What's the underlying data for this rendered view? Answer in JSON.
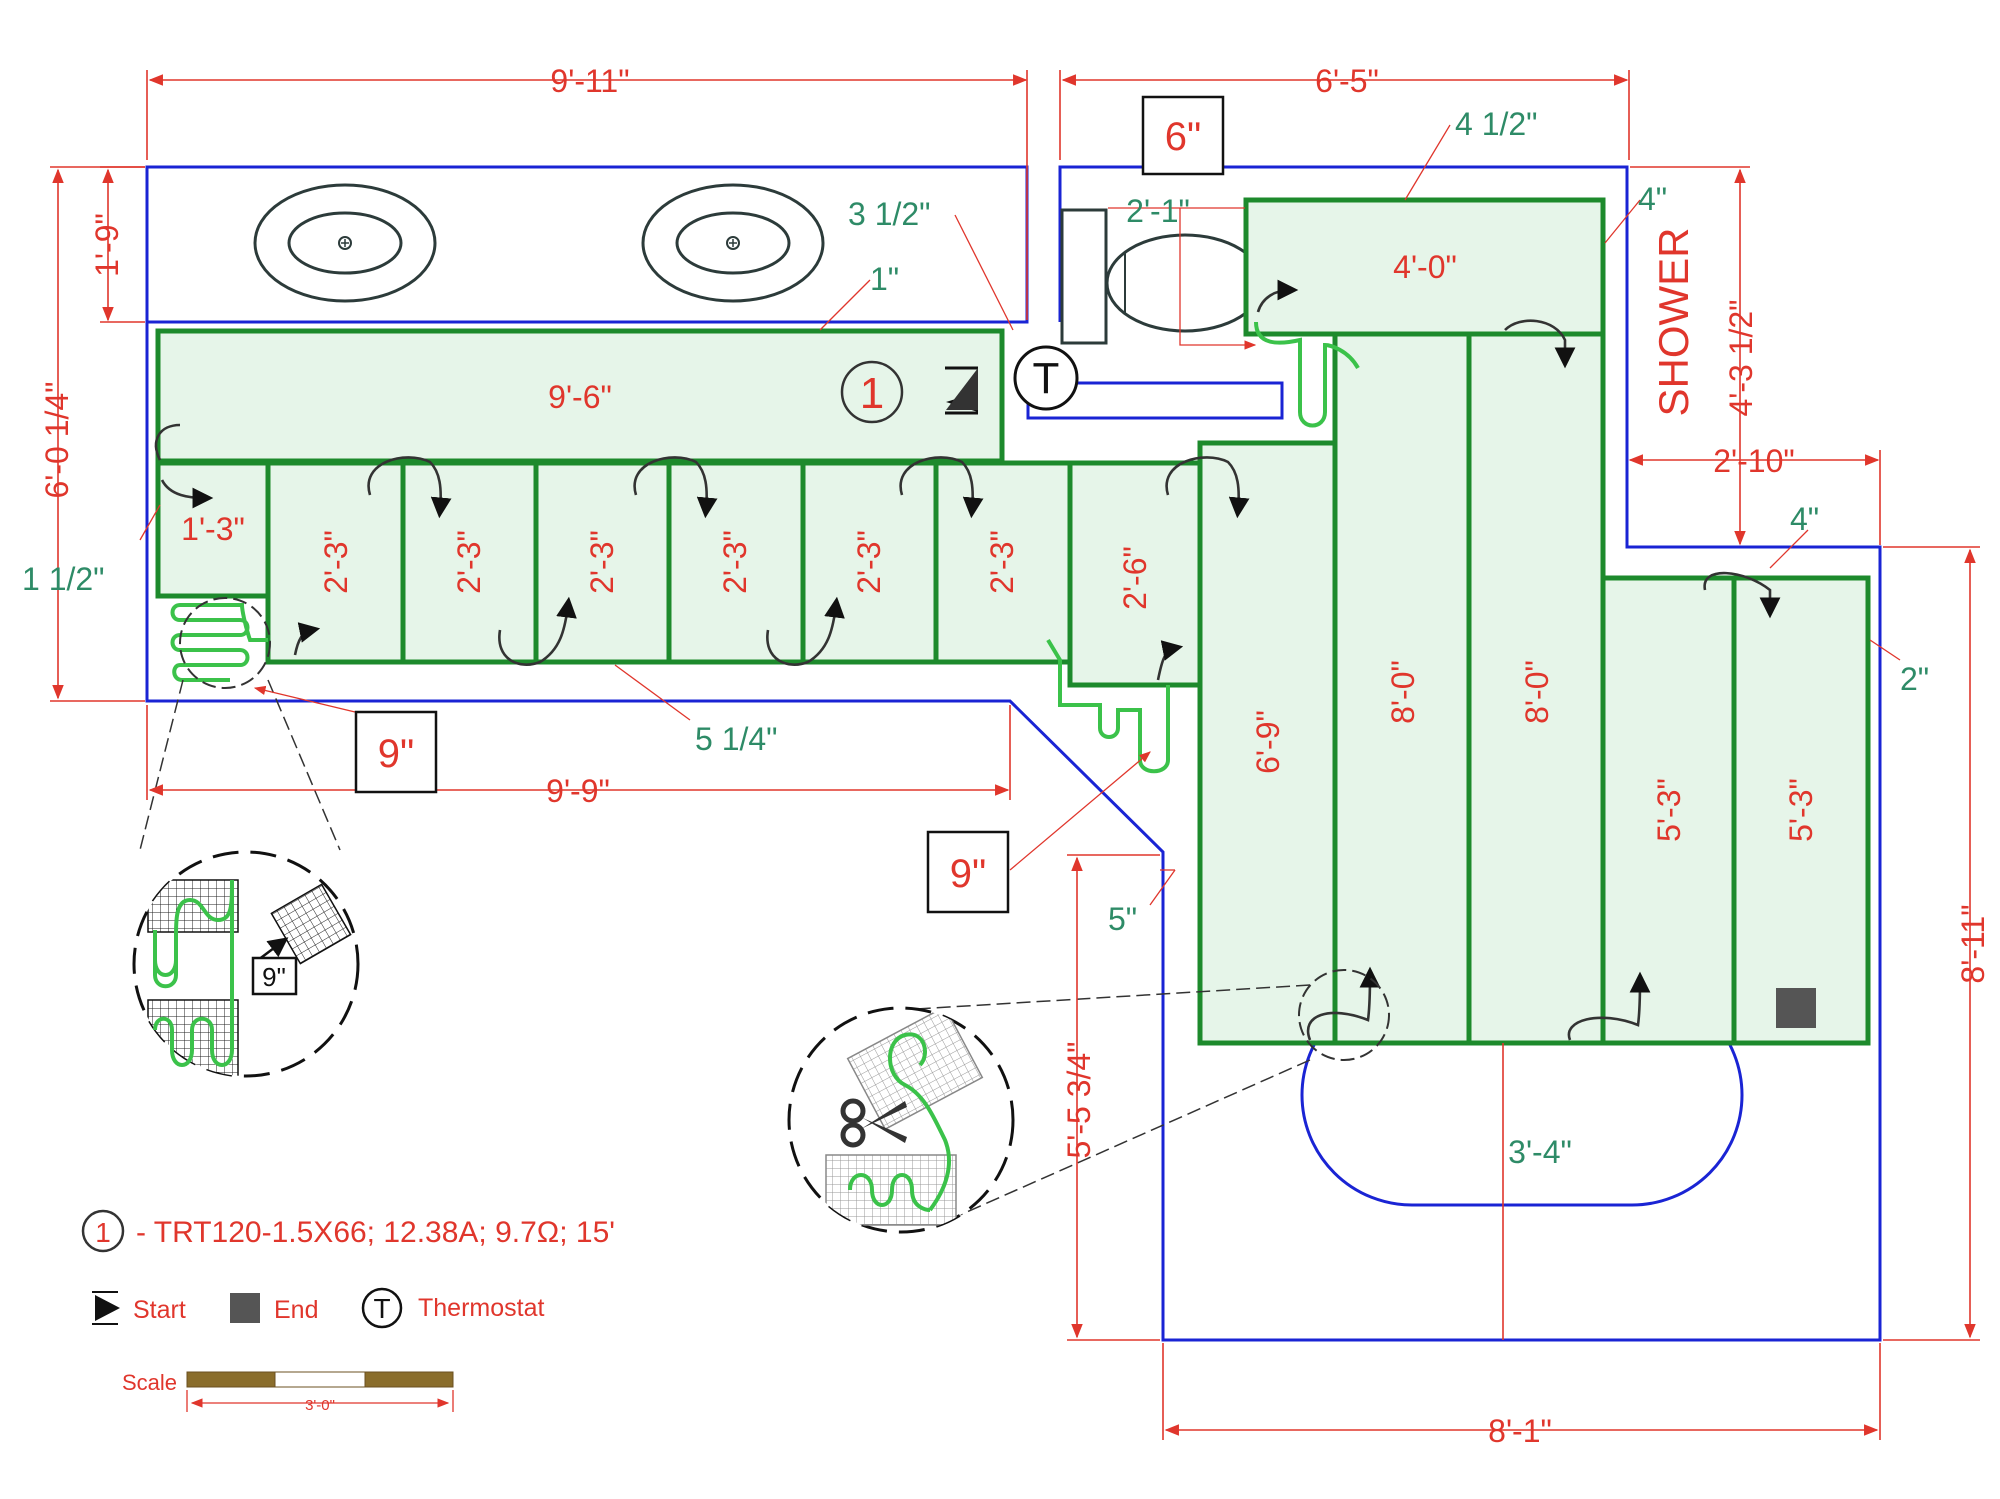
{
  "dimensions": {
    "top_left_width": "9'-11\"",
    "top_right_width": "6'-5\"",
    "vanity_depth": "1'-9\"",
    "left_height": "6'-0 1/4\"",
    "lower_left_width": "9'-9\"",
    "shower_height": "4'-3 1/2\"",
    "shower_step": "2'-10\"",
    "right_height": "8'-11\"",
    "bottom_width": "8'-1\"",
    "lower_height": "5'-5 3/4\"",
    "tub_center": "3'-4\"",
    "toilet_offset": "2'-1\""
  },
  "offsets": {
    "four_half": "4 1/2\"",
    "three_half": "3 1/2\"",
    "one": "1\"",
    "four_top": "4\"",
    "four_mid": "4\"",
    "two": "2\"",
    "one_half": "1 1/2\"",
    "five_quarter": "5 1/4\"",
    "five": "5\""
  },
  "boxes": {
    "six": "6\"",
    "nine_a": "9\"",
    "nine_b": "9\"",
    "nine_detail": "9\""
  },
  "mats": {
    "top": "9'-6\"",
    "small": "1'-3\"",
    "a": "2'-3\"",
    "b": "2'-3\"",
    "c": "2'-3\"",
    "d": "2'-3\"",
    "e": "2'-3\"",
    "f": "2'-3\"",
    "g": "2'-6\"",
    "h": "6'-9\"",
    "i": "8'-0\"",
    "j": "8'-0\"",
    "k": "5'-3\"",
    "l": "5'-3\"",
    "toilet": "4'-0\""
  },
  "room": {
    "shower": "SHOWER"
  },
  "circuit": {
    "number": "1"
  },
  "legend": {
    "number": "1",
    "spec": "- TRT120-1.5X66; 12.38A; 9.7Ω; 15'",
    "start": "Start",
    "end": "End",
    "thermostat": "Thermostat",
    "thermostat_symbol": "T",
    "scale": "Scale",
    "scale_value": "3'-0\""
  },
  "thermostat": {
    "symbol": "T"
  },
  "colors": {
    "dimension": "#e0362c",
    "wall": "#1a24d4",
    "mat_fill": "#e6f5e9",
    "mat_border": "#1d8a2c",
    "cable": "#3bc24a",
    "note": "#2e8b67"
  },
  "icons": [
    "start-triangle-icon",
    "end-square-icon",
    "thermostat-icon",
    "scissors-icon",
    "sink-icon",
    "toilet-icon",
    "bathtub-icon"
  ]
}
